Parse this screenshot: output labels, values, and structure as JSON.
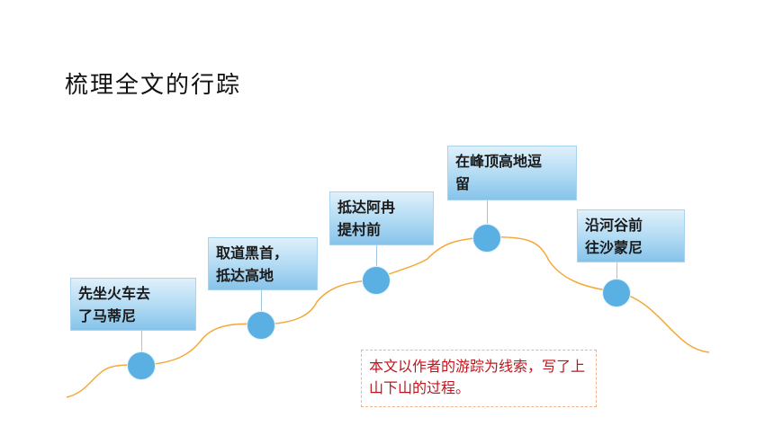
{
  "title": "梳理全文的行踪",
  "stages": [
    {
      "id": "s1",
      "label": "先坐火车去\n了马蒂尼"
    },
    {
      "id": "s2",
      "label": "取道黑首，\n抵达高地"
    },
    {
      "id": "s3",
      "label": "抵达阿冉\n提村前"
    },
    {
      "id": "s4",
      "label": "在峰顶高地逗\n留"
    },
    {
      "id": "s5",
      "label": "沿河谷前\n往沙蒙尼"
    }
  ],
  "note": "本文以作者的游踪为线索，写了上山下山的过程。",
  "colors": {
    "path": "#f5a93a",
    "dot": "#5ab0e2",
    "note_text": "#c0161d",
    "note_border": "#f2b48a"
  }
}
